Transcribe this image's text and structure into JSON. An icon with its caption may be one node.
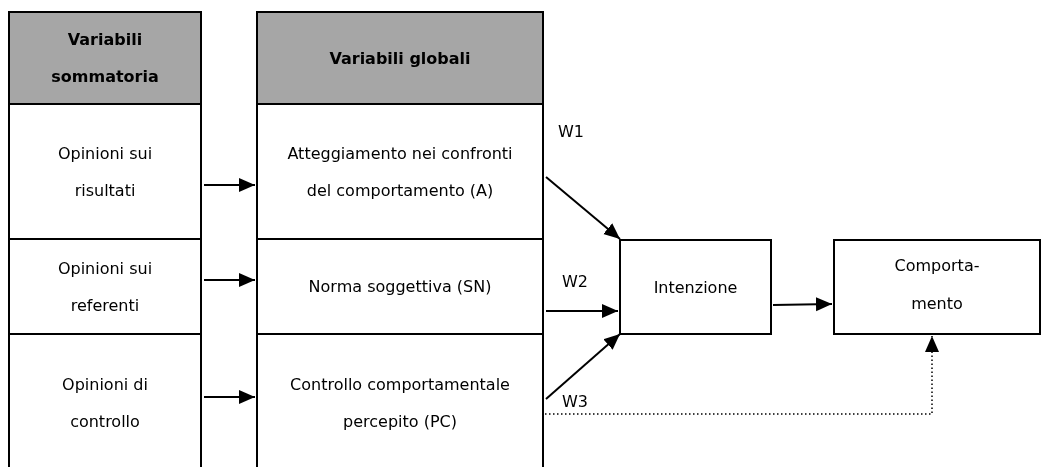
{
  "diagram": {
    "nodes": [
      {
        "text": [
          "Variabili sommatoria"
        ]
      },
      {
        "text": [
          "Opinioni sui risultati"
        ]
      },
      {
        "text": [
          "Opinioni sui referenti"
        ]
      },
      {
        "text": [
          "Opinioni di controllo"
        ]
      },
      {
        "text": [
          "Variabili globali"
        ]
      },
      {
        "text": [
          "Atteggiamento nei confronti del comportamento (A)"
        ]
      },
      {
        "text": [
          "Norma soggettiva (SN)"
        ]
      },
      {
        "text": [
          "Controllo comportamentale percepito (PC)"
        ]
      },
      {
        "text": [
          "Intenzione"
        ]
      },
      {
        "text": [
          "Comporta- mento"
        ]
      }
    ],
    "edges": [
      {
        "from": 1,
        "to": 5,
        "arrow": "to"
      },
      {
        "from": 2,
        "to": 6,
        "arrow": "to"
      },
      {
        "from": 3,
        "to": 7,
        "arrow": "to"
      },
      {
        "from": 5,
        "to": 8,
        "arrow": "to",
        "label": "W1"
      },
      {
        "from": 6,
        "to": 8,
        "arrow": "to",
        "label": "W2"
      },
      {
        "from": 7,
        "to": 8,
        "arrow": "to",
        "label": "W3"
      },
      {
        "from": 8,
        "to": 9,
        "arrow": "to"
      },
      {
        "from": 7,
        "to": 9,
        "arrow": "to",
        "style": "dashed"
      }
    ]
  }
}
